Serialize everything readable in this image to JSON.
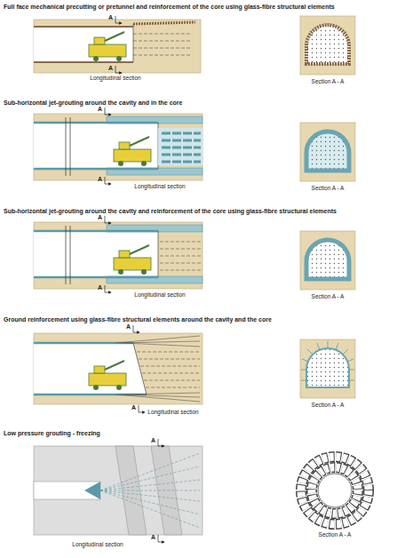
{
  "diagram": {
    "labels": [
      "Full face mechanical precutting or pretunnel and reinforcement of the core using glass-fibre structural elements",
      "A",
      "A",
      "Longitudinal section",
      "Section A - A",
      "Sub-horizontal jet-grouting around the cavity and in the core",
      "A",
      "A",
      "Longitudinal section",
      "Section A - A",
      "Sub-horizontal jet-grouting around the cavity and reinforcement of the core using glass-fibre structural elements",
      "A",
      "A",
      "Longitudinal section",
      "Section A - A",
      "Ground reinforcement using glass-fibre structural elements around the cavity and the core",
      "A",
      "A",
      "Longitudinal section",
      "Section A - A",
      "Low pressure grouting - freezing",
      "A",
      "A",
      "Longitudinal section",
      "Section A - A"
    ]
  }
}
